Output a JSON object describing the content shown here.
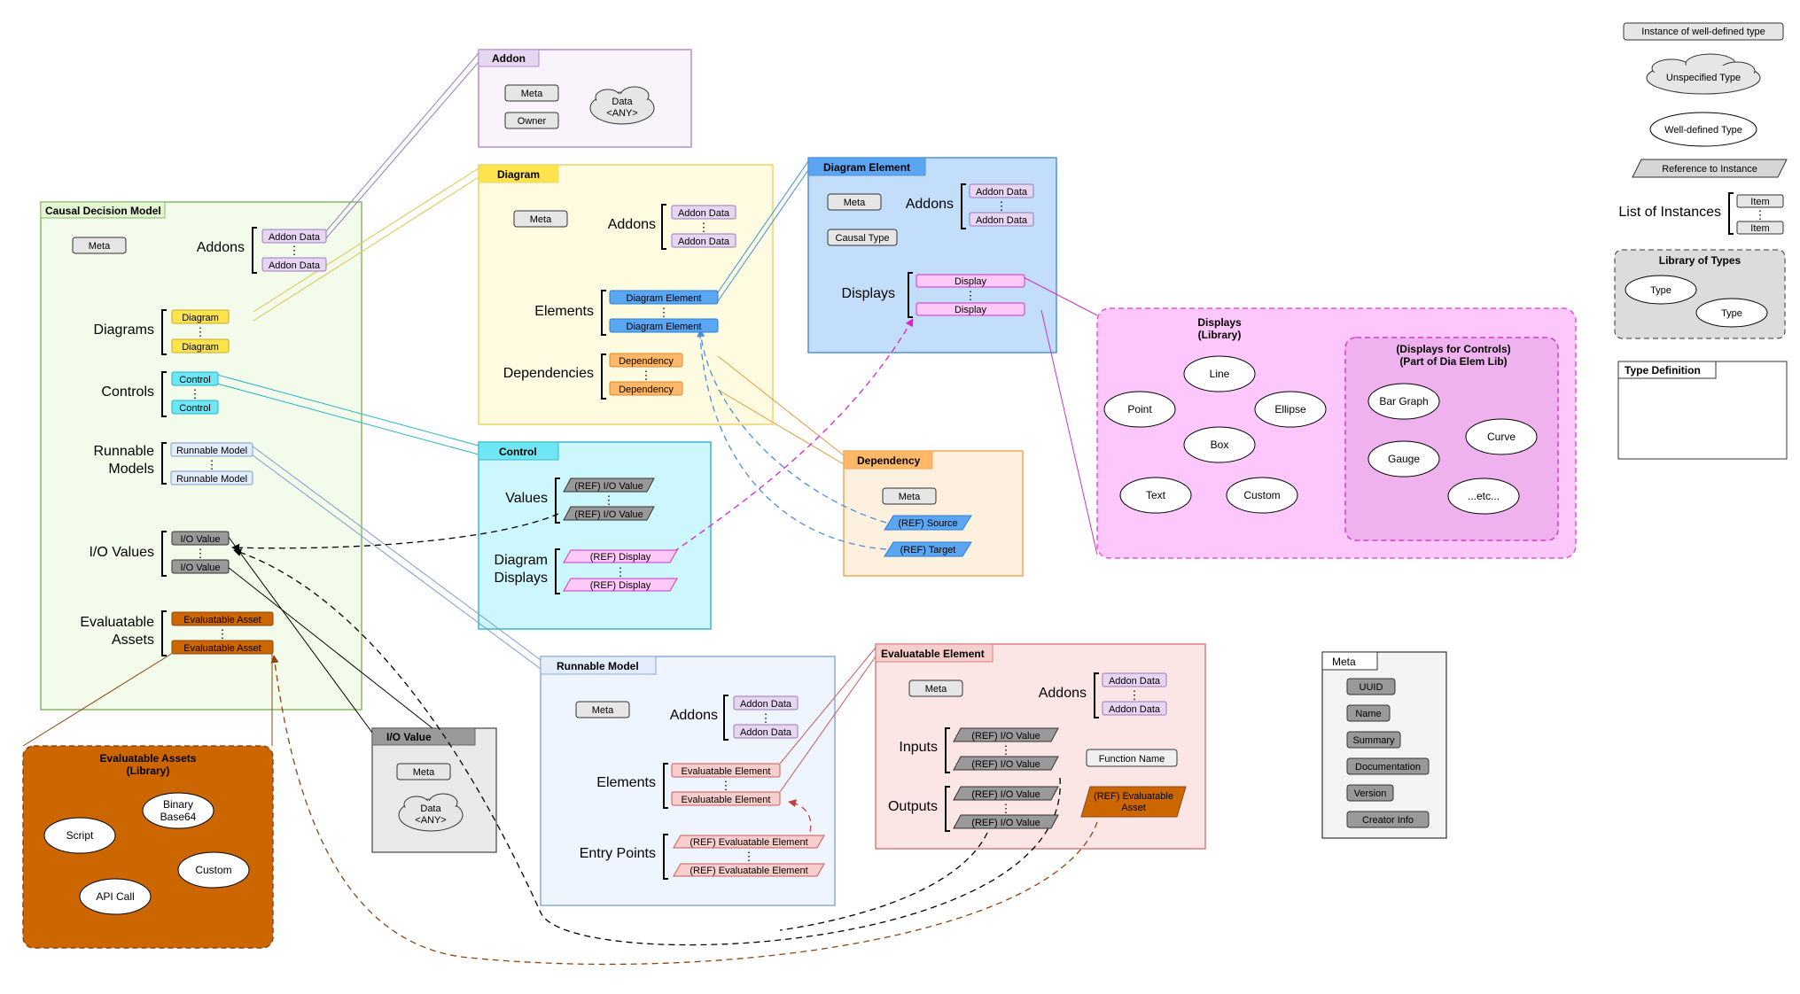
{
  "legend": {
    "instance": "Instance of well-defined type",
    "unspecified": "Unspecified Type",
    "well_defined": "Well-defined Type",
    "reference": "Reference to Instance",
    "list_label": "List of Instances",
    "item": "Item",
    "library_title": "Library of Types",
    "type": "Type",
    "type_def": "Type Definition"
  },
  "cdm": {
    "title": "Causal Decision Model",
    "meta": "Meta",
    "addons_label": "Addons",
    "addon_data": "Addon Data",
    "diagrams_label": "Diagrams",
    "diagram": "Diagram",
    "controls_label": "Controls",
    "control": "Control",
    "runnable_label_1": "Runnable",
    "runnable_label_2": "Models",
    "runnable_model": "Runnable Model",
    "io_label": "I/O Values",
    "io_value": "I/O Value",
    "eval_label_1": "Evaluatable",
    "eval_label_2": "Assets",
    "eval_asset": "Evaluatable Asset"
  },
  "addon": {
    "title": "Addon",
    "meta": "Meta",
    "owner": "Owner",
    "data_1": "Data",
    "data_2": "<ANY>"
  },
  "diagram": {
    "title": "Diagram",
    "meta": "Meta",
    "addons_label": "Addons",
    "addon_data": "Addon Data",
    "elements_label": "Elements",
    "element": "Diagram Element",
    "deps_label": "Dependencies",
    "dependency": "Dependency"
  },
  "diagram_element": {
    "title": "Diagram Element",
    "meta": "Meta",
    "causal_type": "Causal Type",
    "addons_label": "Addons",
    "addon_data": "Addon Data",
    "displays_label": "Displays",
    "display": "Display"
  },
  "displays_lib": {
    "title_1": "Displays",
    "title_2": "(Library)",
    "items": [
      "Line",
      "Point",
      "Ellipse",
      "Box",
      "Text",
      "Custom"
    ],
    "controls_title_1": "(Displays for Controls)",
    "controls_title_2": "(Part of Dia Elem Lib)",
    "controls_items": [
      "Bar Graph",
      "Curve",
      "Gauge",
      "...etc..."
    ]
  },
  "control": {
    "title": "Control",
    "values_label": "Values",
    "ref_io": "(REF) I/O Value",
    "dd_label_1": "Diagram",
    "dd_label_2": "Displays",
    "ref_display": "(REF) Display"
  },
  "dependency": {
    "title": "Dependency",
    "meta": "Meta",
    "source": "(REF) Source",
    "target": "(REF) Target"
  },
  "runnable": {
    "title": "Runnable Model",
    "meta": "Meta",
    "addons_label": "Addons",
    "addon_data": "Addon Data",
    "elements_label": "Elements",
    "eval_element": "Evaluatable Element",
    "entry_label": "Entry Points",
    "ref_eval_element": "(REF) Evaluatable Element"
  },
  "eval_element": {
    "title": "Evaluatable Element",
    "meta": "Meta",
    "addons_label": "Addons",
    "addon_data": "Addon Data",
    "inputs_label": "Inputs",
    "outputs_label": "Outputs",
    "ref_io": "(REF) I/O Value",
    "function_name": "Function Name",
    "ref_asset_1": "(REF) Evaluatable",
    "ref_asset_2": "Asset"
  },
  "io_value": {
    "title": "I/O Value",
    "meta": "Meta",
    "data_1": "Data",
    "data_2": "<ANY>"
  },
  "eval_lib": {
    "title_1": "Evaluatable Assets",
    "title_2": "(Library)",
    "items": [
      "Script",
      "Binary",
      "Base64",
      "Custom",
      "API Call"
    ]
  },
  "meta_def": {
    "title": "Meta",
    "fields": [
      "UUID",
      "Name",
      "Summary",
      "Documentation",
      "Version",
      "Creator Info"
    ]
  },
  "colors": {
    "cdm_bg": "#F3FCEB",
    "cdm_border": "#86B86A",
    "addon_bg": "#F9F4FC",
    "addon_border": "#B28FCF",
    "addon_chip": "#E6D6F2",
    "diagram_bg": "#FEFBE0",
    "diagram_border": "#E8D46A",
    "diagram_chip": "#FFE34D",
    "de_bg": "#C3DEFB",
    "de_border": "#4F92D9",
    "de_chip": "#5BA6F2",
    "display_chip": "#FFC9FA",
    "display_lib_bg": "#FDC7FC",
    "display_lib_border": "#E354E0",
    "display_ctrl_bg": "#F0B2EE",
    "control_bg": "#CCF7FC",
    "control_border": "#3CB7C8",
    "control_chip": "#6EE6F3",
    "dep_bg": "#FEF0DF",
    "dep_border": "#EFAA55",
    "dep_chip": "#FFB867",
    "runnable_bg": "#EFF5FE",
    "runnable_border": "#8FA9D8",
    "runnable_chip": "#E2ECFB",
    "eval_bg": "#FCE5E5",
    "eval_border": "#DA7F7F",
    "eval_chip": "#F8CECC",
    "io_bg": "#E9E9E9",
    "io_chip": "#999999",
    "asset": "#CC6600",
    "lib_gray": "#DCDCDC"
  }
}
